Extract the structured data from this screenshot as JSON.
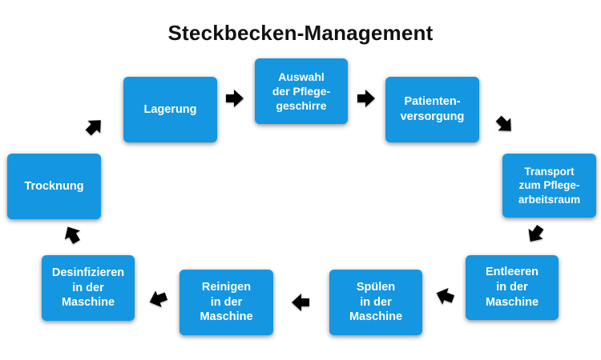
{
  "title": "Steckbecken-Management",
  "colors": {
    "box_fill": "#1497e0",
    "box_text": "#ffffff",
    "arrow": "#000000",
    "title_text": "#111111"
  },
  "steps": [
    "Auswahl\nder Pflege-\ngeschirre",
    "Patienten-\nversorgung",
    "Transport\nzum Pflege-\narbeitsraum",
    "Entleeren\nin der\nMaschine",
    "Spülen\nin der\nMaschine",
    "Reinigen\nin der\nMaschine",
    "Desinfizieren\nin der\nMaschine",
    "Trocknung",
    "Lagerung"
  ],
  "arrow_icon": "arrow-icon"
}
